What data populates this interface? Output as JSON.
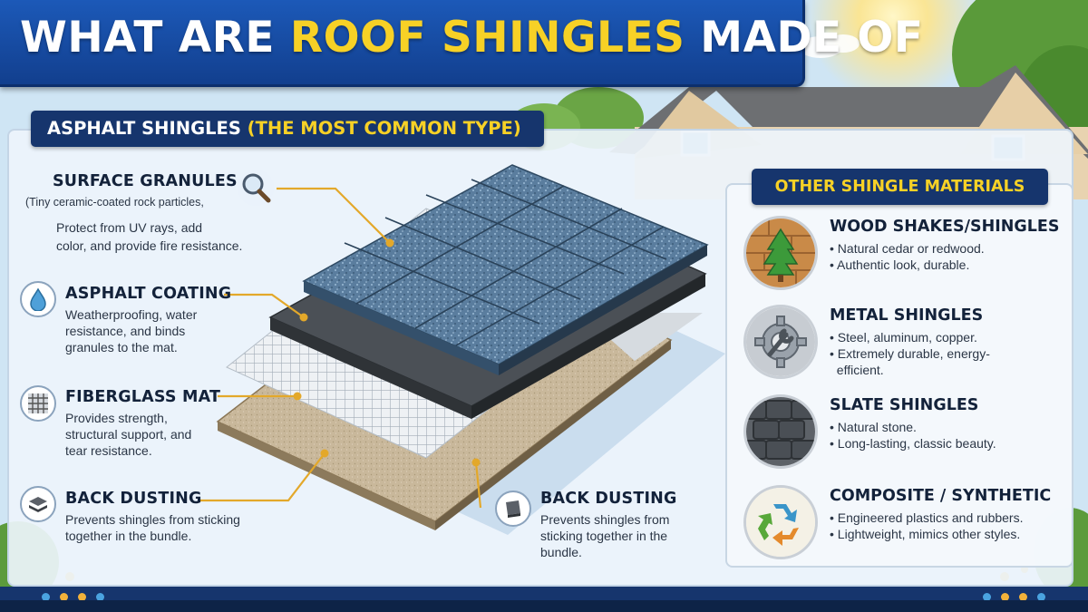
{
  "header": {
    "title_part1": "WHAT ARE ",
    "title_highlight": "ROOF SHINGLES",
    "title_part2": " MADE OF"
  },
  "asphalt_section": {
    "tag_part1": "ASPHALT SHINGLES ",
    "tag_highlight": "(THE MOST COMMON TYPE)",
    "layers": [
      {
        "title": "SURFACE GRANULES",
        "icon": "magnifier-icon",
        "note": "(Tiny ceramic-coated rock particles,",
        "lines": [
          "Protect from UV rays, add",
          "color, and provide fire resistance."
        ]
      },
      {
        "title": "ASPHALT COATING",
        "icon": "water-drop-icon",
        "lines": [
          "Weatherproofing, water",
          "resistance, and binds",
          "granules to the mat."
        ]
      },
      {
        "title": "FIBERGLASS MAT",
        "icon": "mesh-icon",
        "lines": [
          "Provides strength,",
          "structural support, and",
          "tear resistance."
        ]
      },
      {
        "title": "BACK DUSTING",
        "icon": "stack-icon",
        "lines": [
          "Prevents shingles from sticking",
          "together in the bundle."
        ]
      },
      {
        "title": "BACK DUSTING",
        "icon": "tile-icon",
        "lines": [
          "Prevents shingles from",
          "sticking together in the",
          "bundle."
        ]
      }
    ]
  },
  "other_materials": {
    "tag": "OTHER SHINGLE MATERIALS",
    "items": [
      {
        "title": "WOOD SHAKES/SHINGLES",
        "icon": "tree-icon",
        "bullets": [
          "• Natural cedar or redwood.",
          "• Authentic look, durable."
        ]
      },
      {
        "title": "METAL SHINGLES",
        "icon": "gear-wrench-icon",
        "bullets": [
          "• Steel, aluminum, copper.",
          "• Extremely durable, energy-",
          "  efficient."
        ]
      },
      {
        "title": "SLATE SHINGLES",
        "icon": "slate-tiles-icon",
        "bullets": [
          "• Natural stone.",
          "• Long-lasting, classic beauty."
        ]
      },
      {
        "title": "COMPOSITE / SYNTHETIC",
        "icon": "recycle-icon",
        "bullets": [
          "• Engineered plastics and rubbers.",
          "• Lightweight, mimics other styles."
        ]
      }
    ]
  },
  "colors": {
    "title_blue": "#1c59b8",
    "navy": "#16356d",
    "accent_yellow": "#f7d126",
    "shingle_blue": "#5d7d9b",
    "asphalt_gray": "#4a4f55",
    "backing_tan": "#c8b79a"
  }
}
